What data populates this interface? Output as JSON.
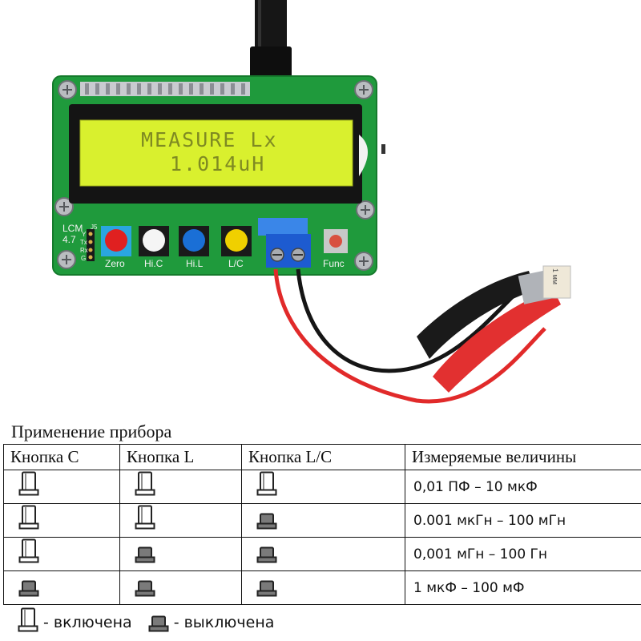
{
  "device": {
    "lcd_line1": "MEASURE Lx",
    "lcd_line2": "1.014uH",
    "board_marks": {
      "lcm": "LCM",
      "voltage": "4.7",
      "header_pins": [
        "J5",
        "Y",
        "Tx",
        "Rx",
        "G"
      ]
    },
    "buttons": [
      {
        "label": "Zero",
        "color": "#e02020"
      },
      {
        "label": "Hi.C",
        "color": "#f5f5f5"
      },
      {
        "label": "Hi.L",
        "color": "#1a6fd6"
      },
      {
        "label": "L/C",
        "color": "#f0d000"
      },
      {
        "label": "Func",
        "color": "#d85040"
      }
    ],
    "probe_label": "1 мм",
    "colors": {
      "pcb": "#1f9a3c",
      "lcd_screen": "#d9f02e",
      "lcd_text": "#7f8a22",
      "terminal": "#1d5bd0"
    }
  },
  "usage": {
    "caption": "Применение прибора",
    "headers": [
      "Кнопка C",
      "Кнопка L",
      "Кнопка L/C",
      "Измеряемые величины"
    ],
    "rows": [
      {
        "c": "on",
        "l": "on",
        "lc": "on",
        "range": "0,01 ПФ – 10 мкФ"
      },
      {
        "c": "on",
        "l": "on",
        "lc": "off",
        "range": "0.001 мкГн – 100 мГн"
      },
      {
        "c": "on",
        "l": "off",
        "lc": "off",
        "range": "0,001 мГн – 100 Гн"
      },
      {
        "c": "off",
        "l": "off",
        "lc": "off",
        "range": "1 мкФ – 100 мФ"
      }
    ],
    "legend": {
      "on_text": "- включена",
      "off_text": "- выключена"
    }
  }
}
